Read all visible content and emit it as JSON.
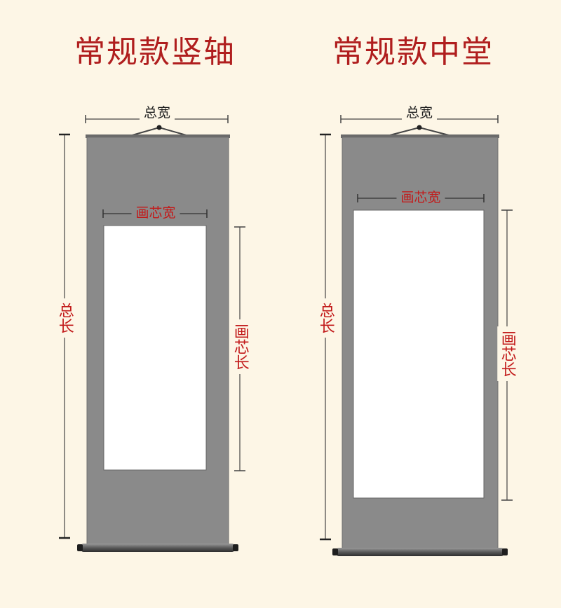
{
  "titles": {
    "left": "常规款竖轴",
    "right": "常规款中堂"
  },
  "labels": {
    "total_width": "总宽",
    "core_width": "画芯宽",
    "total_length": "总长",
    "core_length": "画芯长"
  },
  "colors": {
    "background": "#fdf6e6",
    "title": "#b01e1e",
    "label_red": "#c21a1a",
    "mount_gray": "#8a8a8a",
    "core_white": "#ffffff"
  }
}
